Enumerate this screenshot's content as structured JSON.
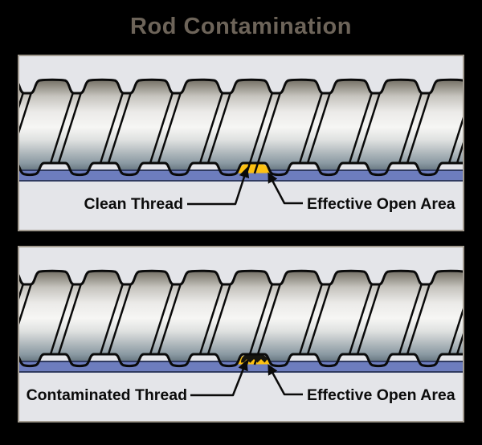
{
  "title": "Rod Contamination",
  "colors": {
    "page_bg": "#000000",
    "panel_bg": "#e4e5e9",
    "panel_border": "#a19a8f",
    "title_text": "#6d6459",
    "label_text": "#0b0b0b",
    "outline": "#0a0a0a",
    "bar_fill": "#6d7dbe",
    "bar_stroke": "#303b61",
    "open_area": "#fdc112",
    "contamination": "#16150f"
  },
  "panels": [
    {
      "name": "clean",
      "thread_label": "Clean Thread",
      "area_label": "Effective Open Area"
    },
    {
      "name": "contaminated",
      "thread_label": "Contaminated Thread",
      "area_label": "Effective Open Area"
    }
  ]
}
